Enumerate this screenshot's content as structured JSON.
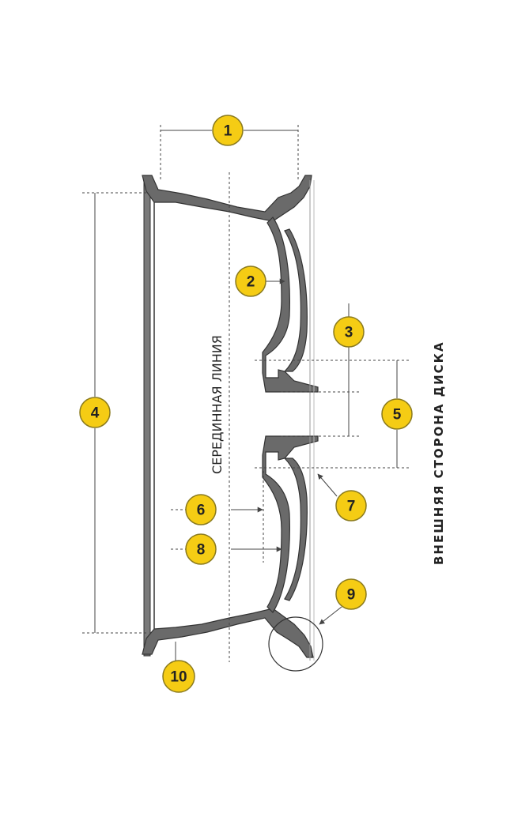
{
  "labels": {
    "center_line": "СЕРЕДИННАЯ ЛИНИЯ",
    "outer_side": "ВНЕШНЯЯ СТОРОНА ДИСКА"
  },
  "callouts": [
    "1",
    "2",
    "3",
    "4",
    "5",
    "6",
    "7",
    "8",
    "9",
    "10"
  ],
  "colors": {
    "badge": "#f5cc14",
    "rim_fill": "#6a6a6a",
    "line": "#444444"
  }
}
